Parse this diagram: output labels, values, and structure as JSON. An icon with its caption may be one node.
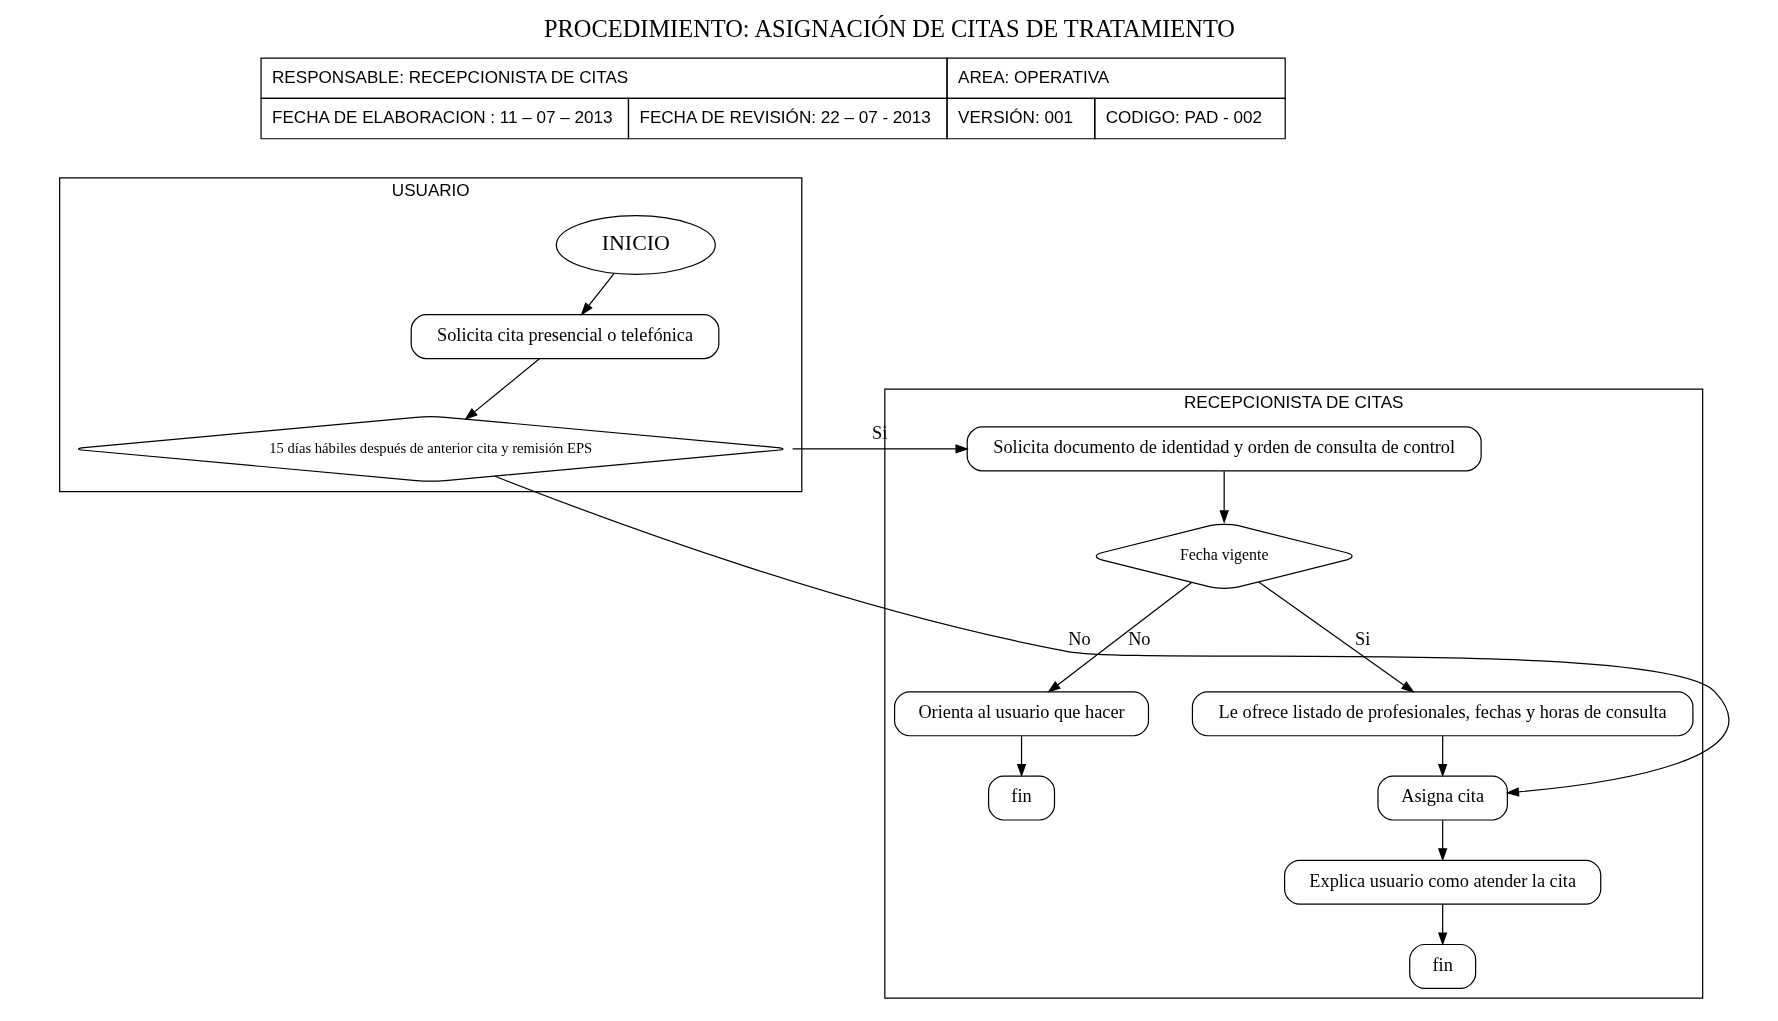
{
  "diagram": {
    "title": "PROCEDIMIENTO: ASIGNACIÓN DE CITAS DE TRATAMIENTO",
    "nodes": [
      {
        "text": [
          "USUARIO"
        ]
      },
      {
        "text": [
          "RECEPCIONISTA DE CITAS"
        ]
      },
      {
        "text": [
          "INICIO"
        ],
        "in": 0
      },
      {
        "text": [
          "Solicita cita presencial o telefónica"
        ],
        "in": 0
      },
      {
        "text": [
          "15 días hábiles después de anterior cita y remisión EPS"
        ],
        "in": 0
      },
      {
        "text": [
          "Solicita documento de identidad y orden de consulta de control"
        ],
        "in": 1
      },
      {
        "text": [
          "Fecha vigente"
        ],
        "in": 1
      },
      {
        "text": [
          "Orienta al usuario que hacer"
        ],
        "in": 1
      },
      {
        "text": [
          "fin"
        ],
        "in": 1
      },
      {
        "text": [
          "Le ofrece listado de profesionales, fechas y horas de consulta"
        ],
        "in": 1
      },
      {
        "text": [
          "Asigna cita"
        ],
        "in": 1
      },
      {
        "text": [
          "Explica usuario como atender la cita"
        ],
        "in": 1
      },
      {
        "text": [
          "fin"
        ],
        "in": 1
      }
    ],
    "edges": [
      {
        "from": 2,
        "to": 3,
        "arrow": "to"
      },
      {
        "from": 3,
        "to": 4,
        "arrow": "to"
      },
      {
        "from": 4,
        "to": 5,
        "arrow": "to",
        "label": "Si"
      },
      {
        "from": 5,
        "to": 6,
        "arrow": "to"
      },
      {
        "from": 6,
        "to": 7,
        "arrow": "to",
        "label": "No"
      },
      {
        "from": 7,
        "to": 8,
        "arrow": "to"
      },
      {
        "from": 6,
        "to": 9,
        "arrow": "to",
        "label": "Si"
      },
      {
        "from": 4,
        "to": 10,
        "arrow": "to",
        "label": "No"
      },
      {
        "from": 9,
        "to": 10,
        "arrow": "to"
      },
      {
        "from": 10,
        "to": 11,
        "arrow": "to"
      },
      {
        "from": 11,
        "to": 12,
        "arrow": "to"
      }
    ],
    "labels": [
      "RESPONSABLE: RECEPCIONISTA DE CITAS",
      "AREA: OPERATIVA",
      "FECHA DE ELABORACION : 11 – 07 – 2013",
      "FECHA DE REVISIÓN: 22 – 07 - 2013",
      "VERSIÓN: 001",
      "CODIGO: PAD - 002"
    ]
  }
}
